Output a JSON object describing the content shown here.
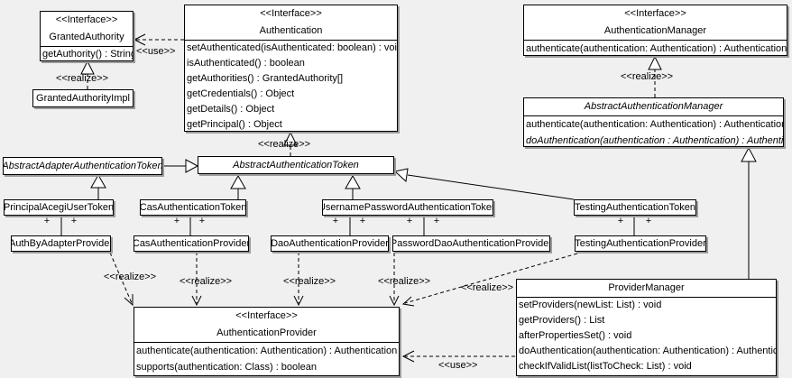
{
  "labels": {
    "use": "<<use>>",
    "realize": "<<realize>>",
    "interface": "<<Interface>>",
    "plus": "+"
  },
  "colors": {
    "background": "#f0f0f0",
    "box_fill": "#ffffff",
    "line": "#000000"
  },
  "classes": {
    "granted_authority": {
      "stereotype": "<<Interface>>",
      "name": "GrantedAuthority",
      "methods": [
        "getAuthority() : String"
      ]
    },
    "granted_authority_impl": {
      "name": "GrantedAuthorityImpl"
    },
    "authentication": {
      "stereotype": "<<Interface>>",
      "name": "Authentication",
      "methods": [
        "setAuthenticated(isAuthenticated: boolean) : void",
        "isAuthenticated() : boolean",
        "getAuthorities() : GrantedAuthority[]",
        "getCredentials() : Object",
        "getDetails() : Object",
        "getPrincipal() : Object"
      ]
    },
    "authentication_manager": {
      "stereotype": "<<Interface>>",
      "name": "AuthenticationManager",
      "methods": [
        "authenticate(authentication: Authentication) : Authentication"
      ]
    },
    "abstract_authentication_manager": {
      "name": "AbstractAuthenticationManager",
      "methods": [
        "authenticate(authentication: Authentication) : Authentication",
        "doAuthentication(authentication : Authentication) : Authentication"
      ]
    },
    "abstract_adapter_authentication_token": {
      "name": "AbstractAdapterAuthenticationToken"
    },
    "abstract_authentication_token": {
      "name": "AbstractAuthenticationToken"
    },
    "principal_acegi_user_token": {
      "name": "PrincipalAcegiUserToken"
    },
    "cas_authentication_token": {
      "name": "CasAuthenticationToken"
    },
    "username_password_authentication_token": {
      "name": "UsernamePasswordAuthenticationToken"
    },
    "testing_authentication_token": {
      "name": "TestingAuthenticationToken"
    },
    "auth_by_adapter_provider": {
      "name": "AuthByAdapterProvider"
    },
    "cas_authentication_provider": {
      "name": "CasAuthenticationProvider"
    },
    "dao_authentication_provider": {
      "name": "DaoAuthenticationProvider"
    },
    "password_dao_authentication_provider": {
      "name": "PasswordDaoAuthenticationProvider"
    },
    "testing_authentication_provider": {
      "name": "TestingAuthenticationProvider"
    },
    "authentication_provider": {
      "stereotype": "<<Interface>>",
      "name": "AuthenticationProvider",
      "methods": [
        "authenticate(authentication: Authentication) : Authentication",
        "supports(authentication: Class) : boolean"
      ]
    },
    "provider_manager": {
      "name": "ProviderManager",
      "methods": [
        "setProviders(newList: List) : void",
        "getProviders() : List",
        "afterPropertiesSet() : void",
        "doAuthentication(authentication: Authentication) : Authentication",
        "checkIfValidList(listToCheck: List) : void"
      ]
    }
  }
}
